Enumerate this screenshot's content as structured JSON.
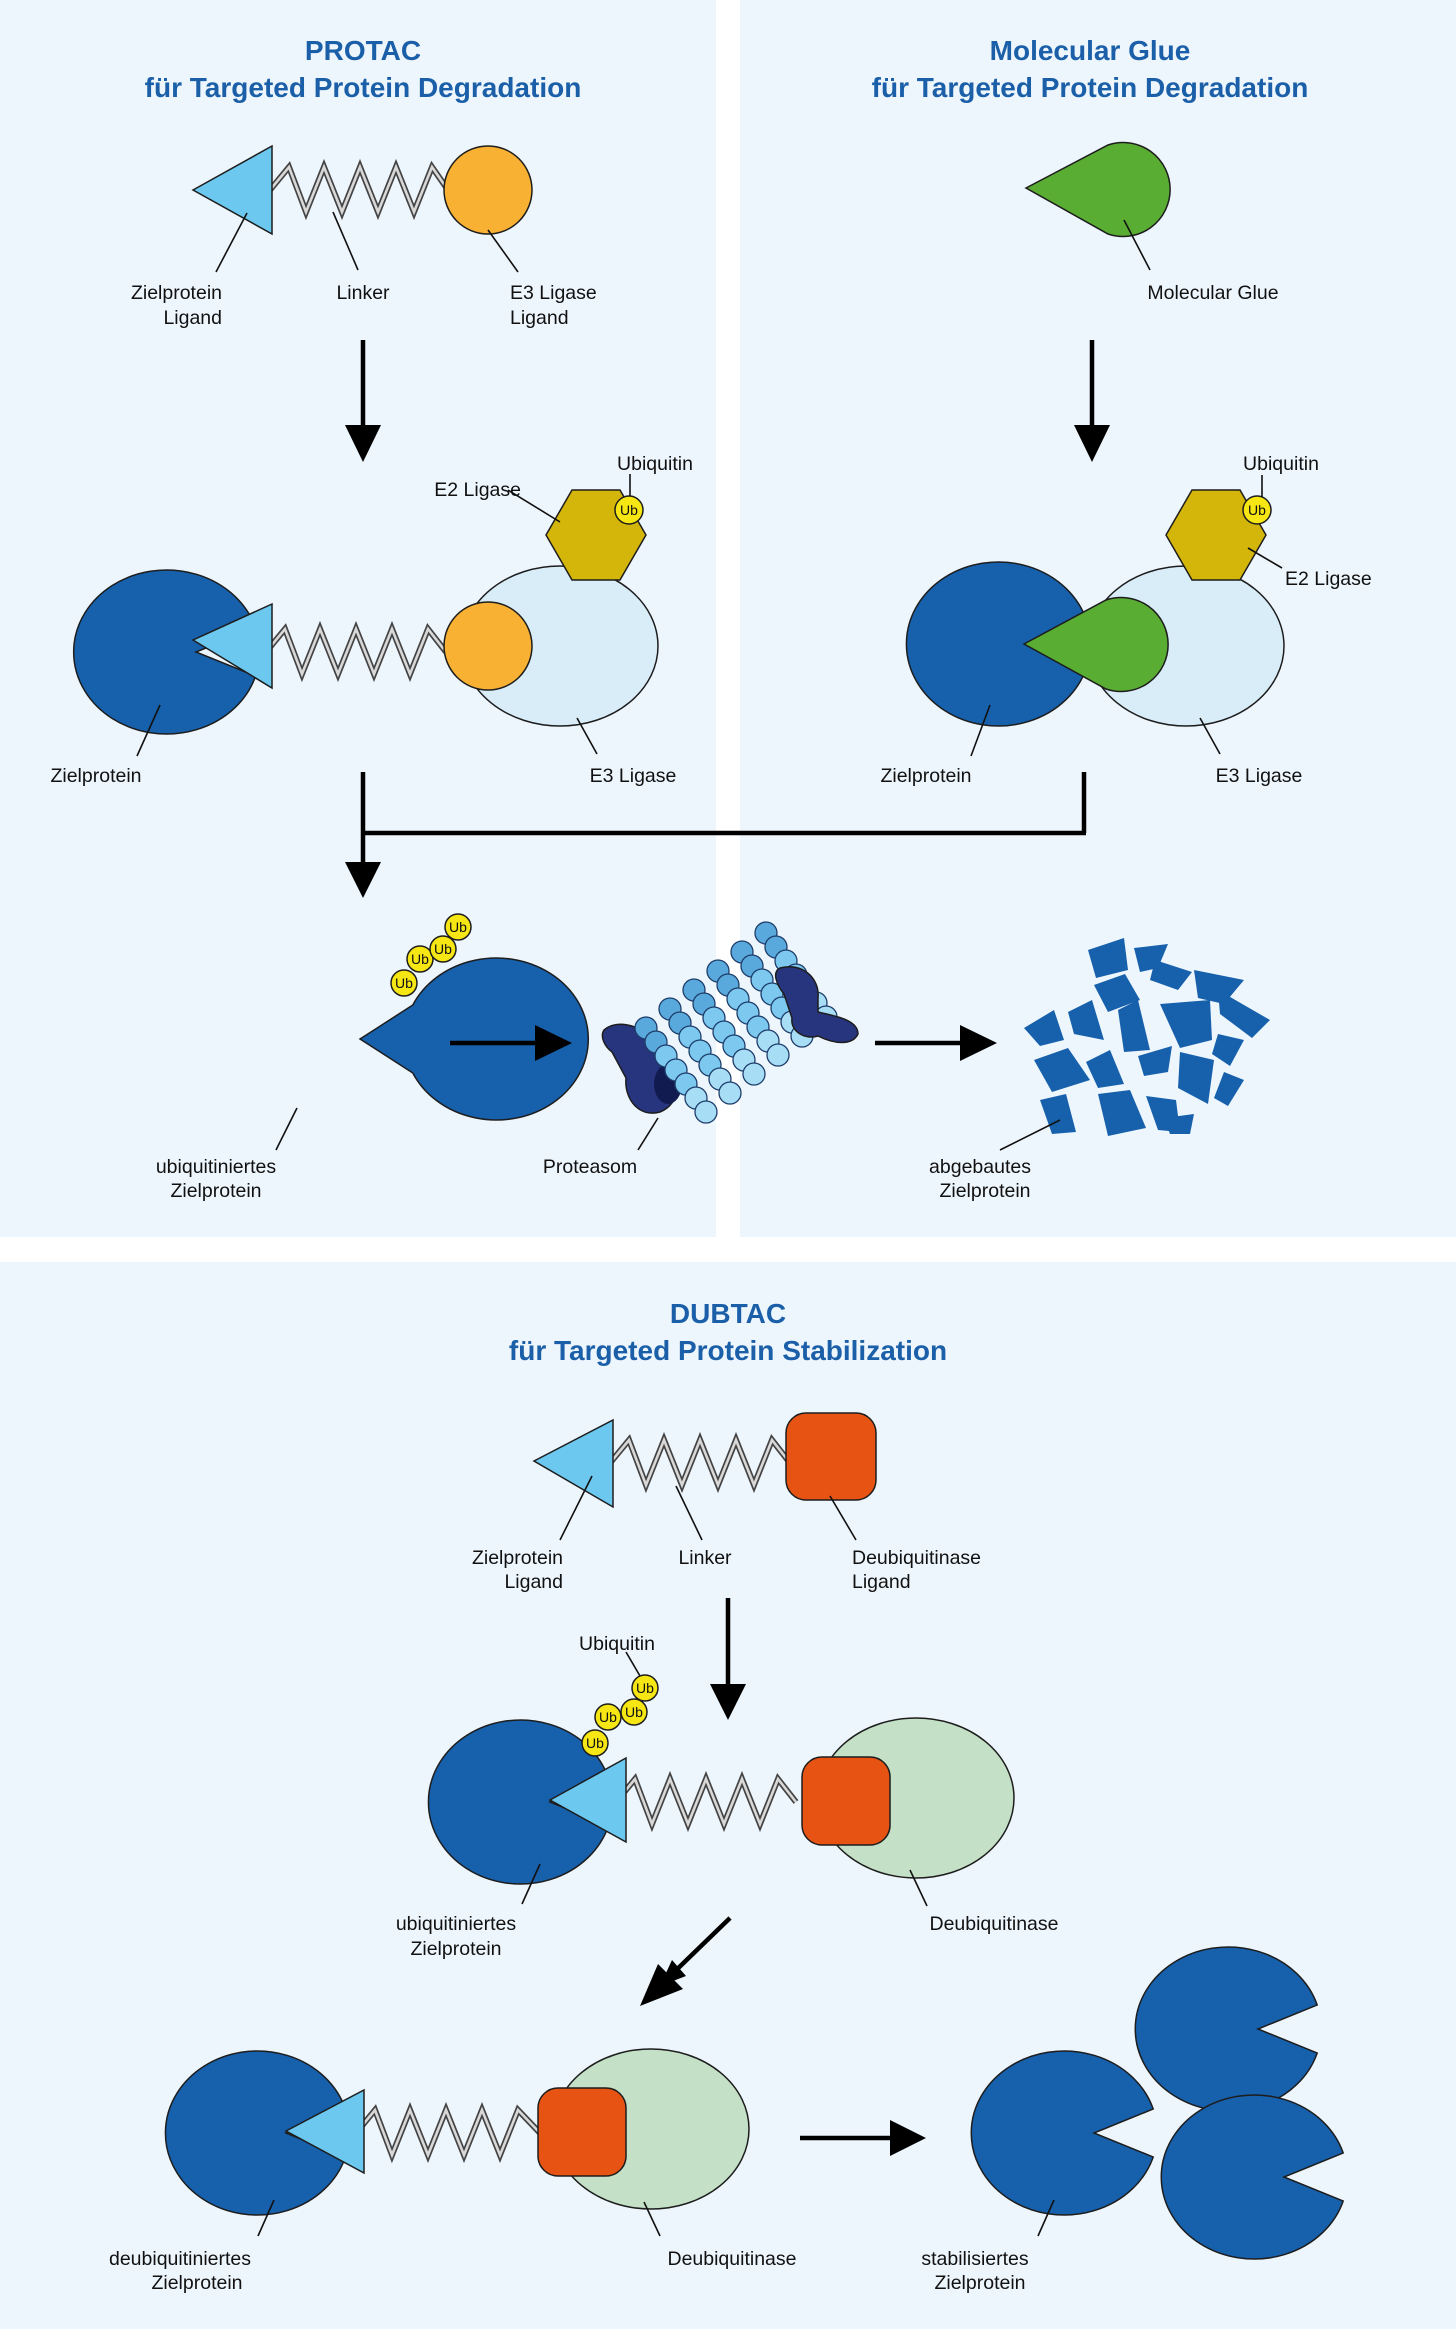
{
  "colors": {
    "panel_bg": "#eef6fd",
    "title": "#1a5fa8",
    "target_protein": "#1760ab",
    "target_ligand": "#6cc8ef",
    "e3_ligand": "#f8b133",
    "e3_ligase": "#d9edf9",
    "e2_ligase": "#d4b60a",
    "ubiquitin": "#f5e614",
    "molecular_glue": "#5aad33",
    "deubiquitinase": "#c4e0c6",
    "deubiquitinase_ligand": "#e75312",
    "proteasome_core": "#7cc8ef",
    "proteasome_cap": "#27357f"
  },
  "protac": {
    "title_line1": "PROTAC",
    "title_line2": "für Targeted Protein Degradation",
    "target_ligand_l1": "Zielprotein",
    "target_ligand_l2": "Ligand",
    "linker": "Linker",
    "e3_ligand_l1": "E3 Ligase",
    "e3_ligand_l2": "Ligand",
    "e2_ligase": "E2 Ligase",
    "ubiquitin": "Ubiquitin",
    "target_protein": "Zielprotein",
    "e3_ligase": "E3 Ligase"
  },
  "glue": {
    "title_line1": "Molecular Glue",
    "title_line2": "für Targeted Protein Degradation",
    "glue_label": "Molecular Glue",
    "ubiquitin": "Ubiquitin",
    "e2_ligase": "E2 Ligase",
    "target_protein": "Zielprotein",
    "e3_ligase": "E3 Ligase"
  },
  "degradation": {
    "ub_protein_l1": "ubiquitiniertes",
    "ub_protein_l2": "Zielprotein",
    "proteasome": "Proteasom",
    "degraded_l1": "abgebautes",
    "degraded_l2": "Zielprotein"
  },
  "dubtac": {
    "title_line1": "DUBTAC",
    "title_line2": "für Targeted Protein Stabilization",
    "target_ligand_l1": "Zielprotein",
    "target_ligand_l2": "Ligand",
    "linker": "Linker",
    "dub_ligand_l1": "Deubiquitinase",
    "dub_ligand_l2": "Ligand",
    "ubiquitin": "Ubiquitin",
    "ub_protein_l1": "ubiquitiniertes",
    "ub_protein_l2": "Zielprotein",
    "dub_1": "Deubiquitinase",
    "deub_protein_l1": "deubiquitiniertes",
    "deub_protein_l2": "Zielprotein",
    "dub_2": "Deubiquitinase",
    "stab_l1": "stabilisiertes",
    "stab_l2": "Zielprotein"
  },
  "ub_symbol": "Ub"
}
